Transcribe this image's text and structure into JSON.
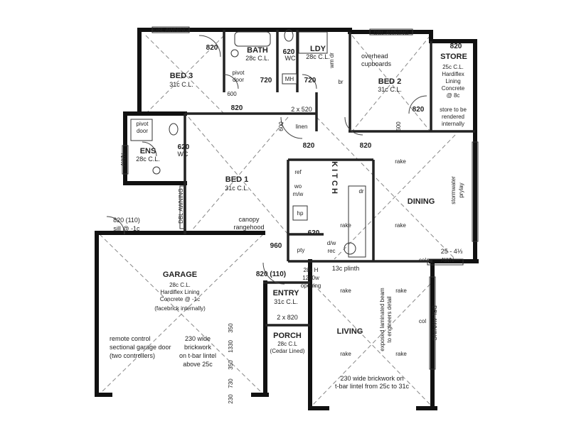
{
  "rooms": {
    "bed3": {
      "name": "BED 3",
      "ceiling": "31c C.L."
    },
    "bath": {
      "name": "BATH",
      "ceiling": "28c C.L."
    },
    "ldy": {
      "name": "LDY",
      "ceiling": "28c C.L."
    },
    "bed2": {
      "name": "BED 2",
      "ceiling": "31c C.L."
    },
    "store": {
      "name": "STORE",
      "note": [
        "25c C.L.",
        "Hardiflex",
        "Lining",
        "Concrete",
        "@ 8c"
      ],
      "render_note": [
        "store to be",
        "rendered",
        "internally"
      ]
    },
    "ens": {
      "name": "ENS",
      "ceiling": "28c C.L."
    },
    "bed1": {
      "name": "BED 1",
      "ceiling": "31c C.L."
    },
    "kitch": {
      "name": "K I T C H"
    },
    "dining": {
      "name": "DINING"
    },
    "garage": {
      "name": "GARAGE",
      "note": [
        "28c C.L.",
        "Hardiflex Lining",
        "Concrete @ -1c",
        "(facebrick internally)"
      ]
    },
    "entry": {
      "name": "ENTRY",
      "ceiling": "31c C.L."
    },
    "porch": {
      "name": "PORCH",
      "note": [
        "28c C.L",
        "(Cedar Lined)"
      ]
    },
    "living": {
      "name": "LIVING"
    }
  },
  "labels": {
    "dbl_awning": "DBL AWNING",
    "awn": "AWN",
    "awn_arrow": "AWN—",
    "wc": "WC",
    "pivot_door": [
      "pivot",
      "door"
    ],
    "mh": "MH",
    "br": "br",
    "wm_dr": "wm dr",
    "overhead": [
      "overhead",
      "cupboards"
    ],
    "linen": "linen",
    "two_x_520": "2 x 520",
    "two_x_820": "2 x 820",
    "ref": "ref",
    "wo": "wo",
    "mw": "m/w",
    "hp": "hp",
    "pty": "pty",
    "dw_rec": [
      "d/w",
      "rec"
    ],
    "dr": "dr",
    "rake": "rake",
    "canopy": [
      "canopy",
      "rangehood"
    ],
    "garage_door_sill": [
      "820 (110)",
      "sill @ -1c"
    ],
    "plinth": "13c plinth",
    "opening": [
      "28c H",
      "1200w",
      "opening"
    ],
    "stormwater": "stormwater",
    "prytay": "prylay",
    "col": "col",
    "col_slope": "25 - 4⅓",
    "beam": [
      "exposed laminated beam",
      "to engineers detail"
    ],
    "brickwork_living": [
      "230 wide brickwork on",
      "t-bar lintel from 25c to 31c"
    ],
    "remote": [
      "remote control",
      "sectional garage door",
      "(two controllers)"
    ],
    "brickwork_garage": [
      "230 wide",
      "brickwork",
      "on t-bar lintel",
      "above 25c"
    ]
  },
  "dims": {
    "d820": "820",
    "d620": "620",
    "d720": "720",
    "d600": "600",
    "d960": "960",
    "d820_110": "820 (110)",
    "g350": "350",
    "g1330": "1330",
    "g350b": "350",
    "g730": "730",
    "g230": "230"
  }
}
